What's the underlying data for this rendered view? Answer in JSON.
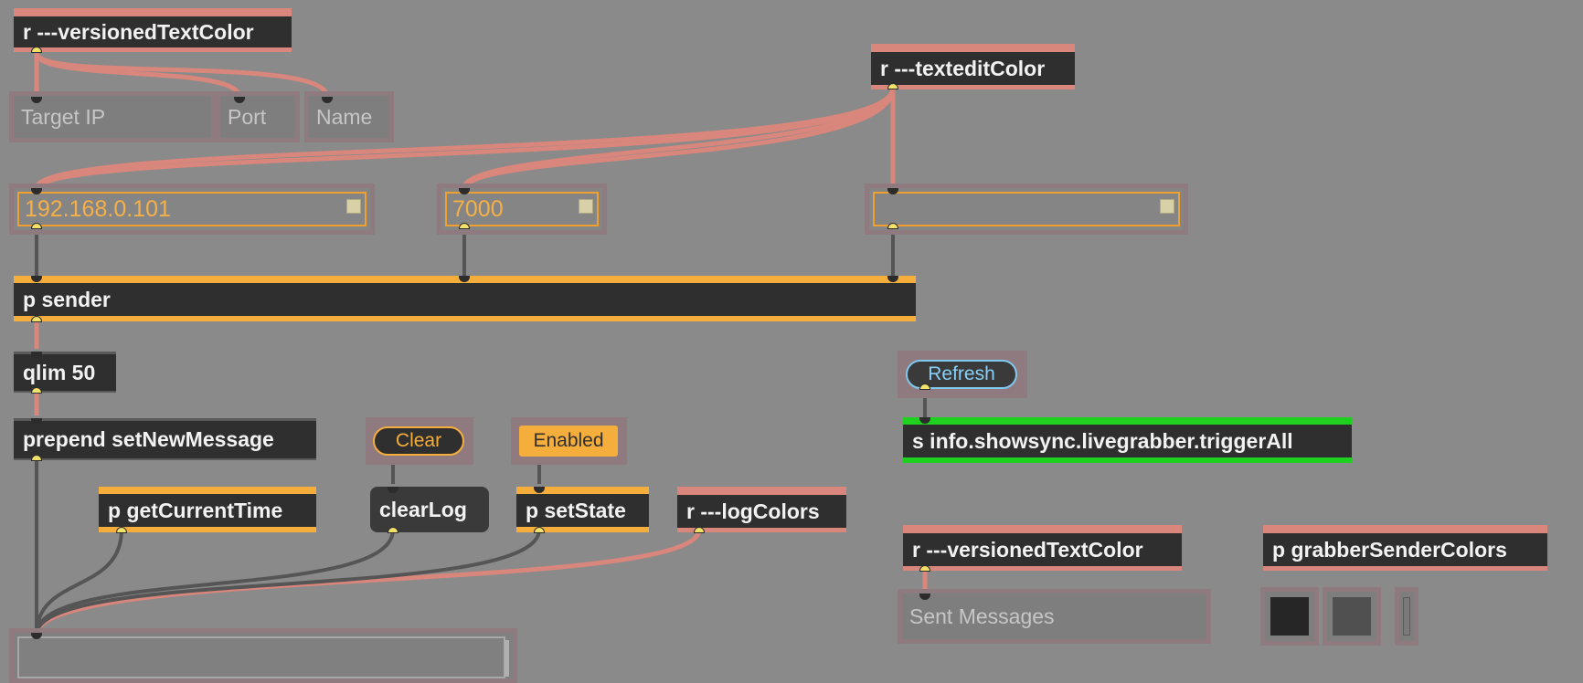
{
  "objects": {
    "recv_versioned_top": "r ---versionedTextColor",
    "recv_textedit": "r ---texteditColor",
    "p_sender": "p sender",
    "qlim": "qlim 50",
    "prepend": "prepend setNewMessage",
    "p_getcurrenttime": "p getCurrentTime",
    "clearlog": "clearLog",
    "p_setstate": "p setState",
    "recv_logcolors": "r ---logColors",
    "send_trigger": "s info.showsync.livegrabber.triggerAll",
    "recv_versioned_bottom": "r ---versionedTextColor",
    "p_grabbercolors": "p grabberSenderColors"
  },
  "comments": {
    "target_ip": "Target IP",
    "port": "Port",
    "name": "Name",
    "sent_messages": "Sent Messages"
  },
  "textedits": {
    "ip_value": "192.168.0.101",
    "port_value": "7000",
    "name_value": ""
  },
  "buttons": {
    "refresh": "Refresh",
    "clear": "Clear",
    "enabled": "Enabled"
  },
  "colors": {
    "canvas": "#8a8a8a",
    "salmon": "#d9867c",
    "orange": "#f5ae3c",
    "green": "#1fd11f",
    "blue": "#86cff7"
  }
}
